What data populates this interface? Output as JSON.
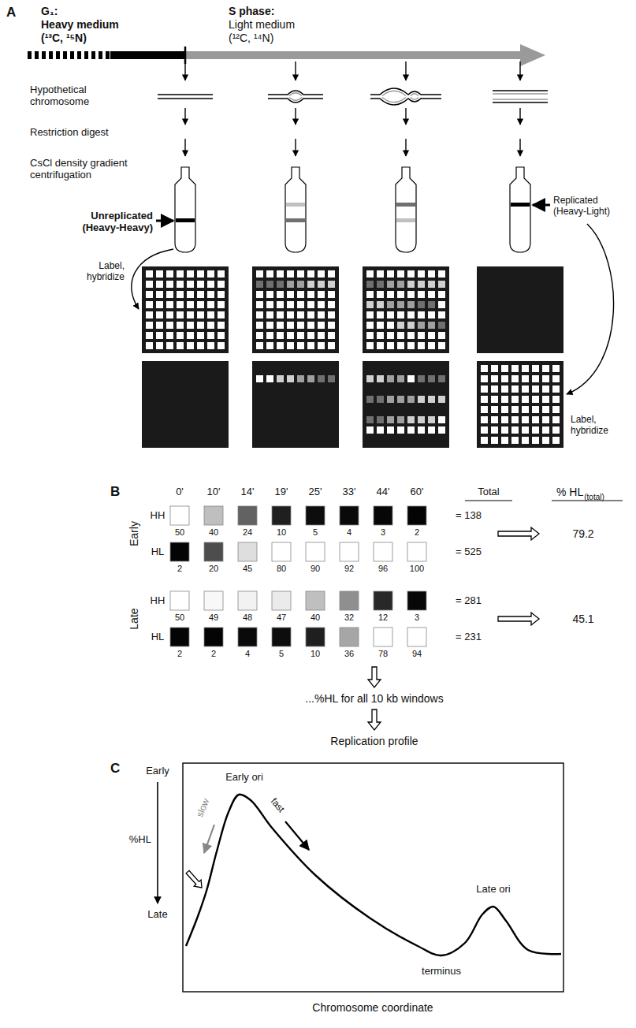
{
  "diagram": {
    "labels": [
      "A",
      "G₁:",
      "Heavy medium",
      "(¹³C, ¹⁵N)",
      "S phase:",
      "Light medium",
      "(¹²C, ¹⁴N)",
      "Hypothetical chromosome",
      "Restriction digest",
      "CsCl density gradient centrifugation",
      "Unreplicated (Heavy-Heavy)",
      "Replicated (Heavy-Light)",
      "Label, hybridize",
      "Label, hybridize",
      "B",
      "0'",
      "10'",
      "14'",
      "19'",
      "25'",
      "33'",
      "44'",
      "60'",
      "Total",
      "% HL",
      "(total)",
      "Early",
      "HH",
      "50",
      "40",
      "24",
      "10",
      "5",
      "4",
      "3",
      "2",
      "= 138",
      "HL",
      "2",
      "20",
      "45",
      "80",
      "90",
      "92",
      "96",
      "100",
      "= 525",
      "79.2",
      "Late",
      "HH",
      "50",
      "49",
      "48",
      "47",
      "40",
      "32",
      "12",
      "3",
      "= 281",
      "HL",
      "2",
      "2",
      "4",
      "5",
      "10",
      "36",
      "78",
      "94",
      "= 231",
      "45.1",
      "...%HL for all 10 kb windows",
      "Replication profile",
      "C",
      "Early",
      "%HL",
      "Late",
      "Early ori",
      "slow",
      "fast",
      "Late ori",
      "terminus",
      "Chromosome coordinate"
    ]
  }
}
